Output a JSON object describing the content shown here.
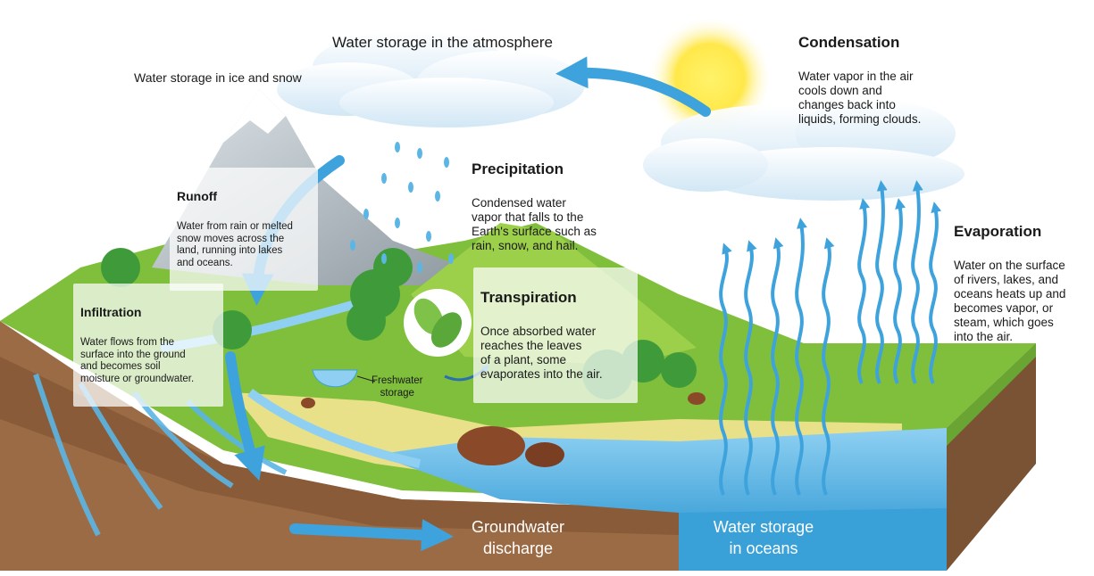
{
  "labels": {
    "atmosphere_storage": "Water storage in the atmosphere",
    "ice_snow_storage": "Water storage in ice and snow",
    "freshwater_storage": "Freshwater\nstorage",
    "groundwater_discharge": "Groundwater\ndischarge",
    "ocean_storage": "Water storage\nin oceans"
  },
  "processes": {
    "condensation": {
      "title": "Condensation",
      "description": "Water vapor in the air\ncools down and\nchanges back into\nliquids, forming clouds."
    },
    "precipitation": {
      "title": "Precipitation",
      "description": "Condensed water\nvapor that falls to the\nEarth's surface such as\nrain, snow, and hail."
    },
    "evaporation": {
      "title": "Evaporation",
      "description": "Water on the surface\nof rivers, lakes, and\noceans heats  up and\nbecomes vapor, or\nsteam, which goes\ninto the air."
    },
    "runoff": {
      "title": "Runoff",
      "description": "Water from rain or melted\nsnow moves across the\nland, running into lakes\nand oceans."
    },
    "infiltration": {
      "title": "Infiltration",
      "description": "Water flows from the\nsurface into the ground\nand becomes soil\nmoisture or groundwater."
    },
    "transpiration": {
      "title": "Transpiration",
      "description": "Once absorbed water\nreaches the leaves\nof a plant, some\nevaporates into the air."
    }
  },
  "colors": {
    "water": "#4aa8dc",
    "arrow": "#3ea3dc",
    "grass": "#7fbf3b",
    "soil": "#9b6b45",
    "sand": "#e9e08a",
    "sun": "#ffe84a"
  }
}
